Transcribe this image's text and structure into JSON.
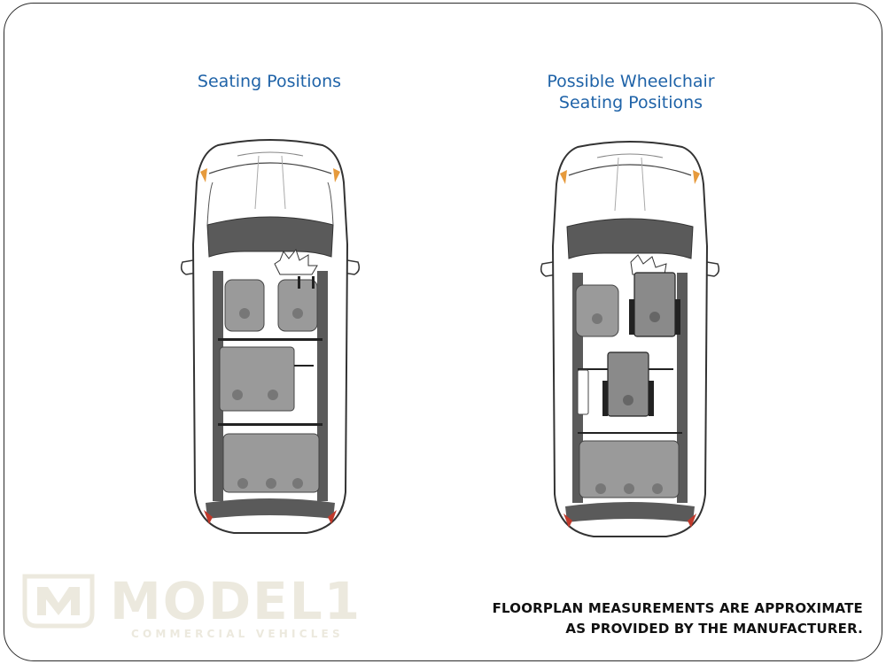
{
  "titles": {
    "left": "Seating Positions",
    "right": "Possible Wheelchair\nSeating Positions"
  },
  "logo": {
    "word": "MODEL1",
    "sub": "COMMERCIAL VEHICLES"
  },
  "disclaimer": {
    "line1": "FLOORPLAN MEASUREMENTS ARE APPROXIMATE",
    "line2": "AS PROVIDED BY THE MANUFACTURER."
  },
  "colors": {
    "title": "#1f63a8",
    "floor": "#5a5a5a",
    "seat": "#9a9a9a",
    "taillight": "#c0392b",
    "logo": "#ece9de"
  }
}
